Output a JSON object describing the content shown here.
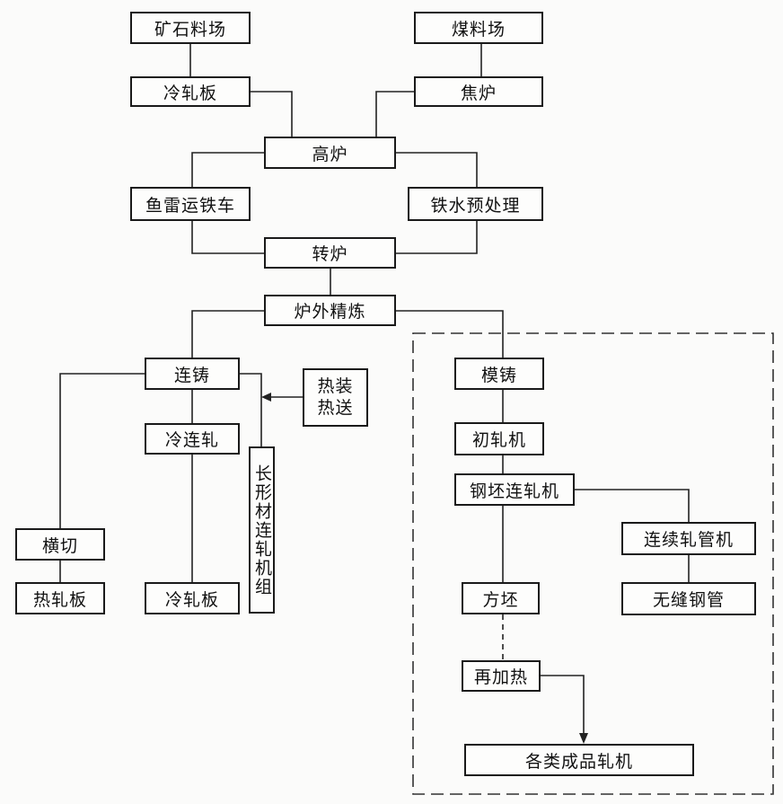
{
  "nodes": {
    "ore_yard": "矿石料场",
    "coal_yard": "煤料场",
    "sinter": "冷轧板",
    "coke_oven": "焦炉",
    "blast_furnace": "高炉",
    "torpedo_car": "鱼雷运铁车",
    "hot_metal_pretreatment": "铁水预处理",
    "converter": "转炉",
    "secondary_refining": "炉外精炼",
    "continuous_casting": "连铸",
    "hot_charging": "热装热送",
    "cold_tandem_rolling": "冷连轧",
    "section_mill": "长形材连轧机组",
    "shearing": "横切",
    "hot_rolled_plate": "热轧板",
    "cold_rolled_plate": "冷轧板",
    "ingot_casting": "模铸",
    "blooming_mill": "初轧机",
    "billet_mill": "钢坯连轧机",
    "pipe_mill": "连续轧管机",
    "seamless_pipe": "无缝钢管",
    "square_billet": "方坯",
    "reheating": "再加热",
    "finishing_mills": "各类成品轧机"
  }
}
